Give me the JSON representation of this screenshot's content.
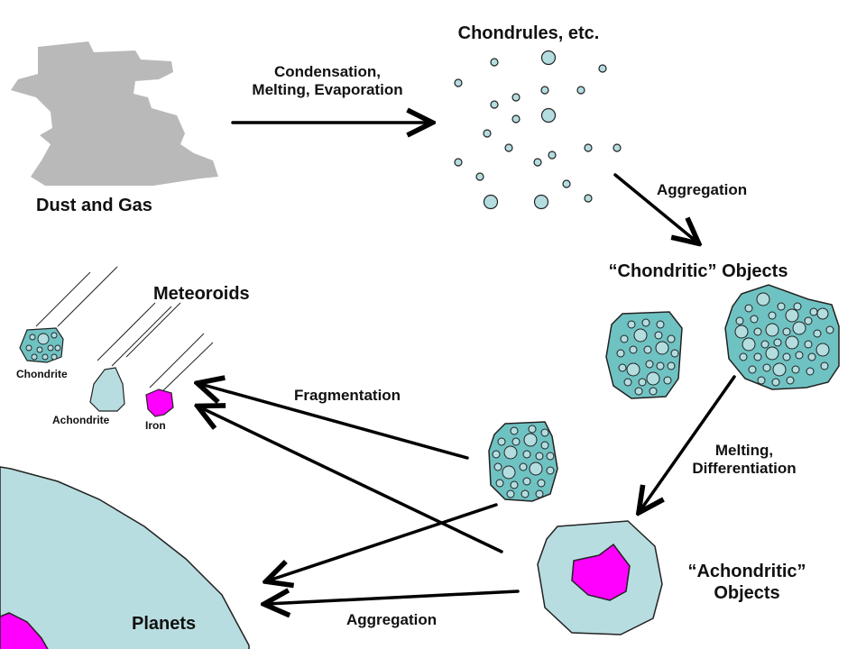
{
  "labels": {
    "dust_and_gas": "Dust and Gas",
    "condensation_line1": "Condensation,",
    "condensation_line2": "Melting, Evaporation",
    "chondrules": "Chondrules, etc.",
    "aggregation_top": "Aggregation",
    "chondritic_objects": "“Chondritic” Objects",
    "meteoroids": "Meteoroids",
    "chondrite": "Chondrite",
    "achondrite": "Achondrite",
    "iron": "Iron",
    "fragmentation": "Fragmentation",
    "melting_line1": "Melting,",
    "melting_line2": "Differentiation",
    "achondritic_line1": "“Achondritic”",
    "achondritic_line2": "Objects",
    "planets": "Planets",
    "aggregation_bottom": "Aggregation"
  },
  "colors": {
    "dust_gas": "#b9b9b9",
    "chondrule_fill": "#b4dde0",
    "chondritic_fill": "#6fc2c2",
    "achondrite_fill": "#b8dde0",
    "iron_fill": "#ff00ff",
    "planet_fill": "#b8dde0",
    "outline": "#222222",
    "arrow": "#000000"
  }
}
